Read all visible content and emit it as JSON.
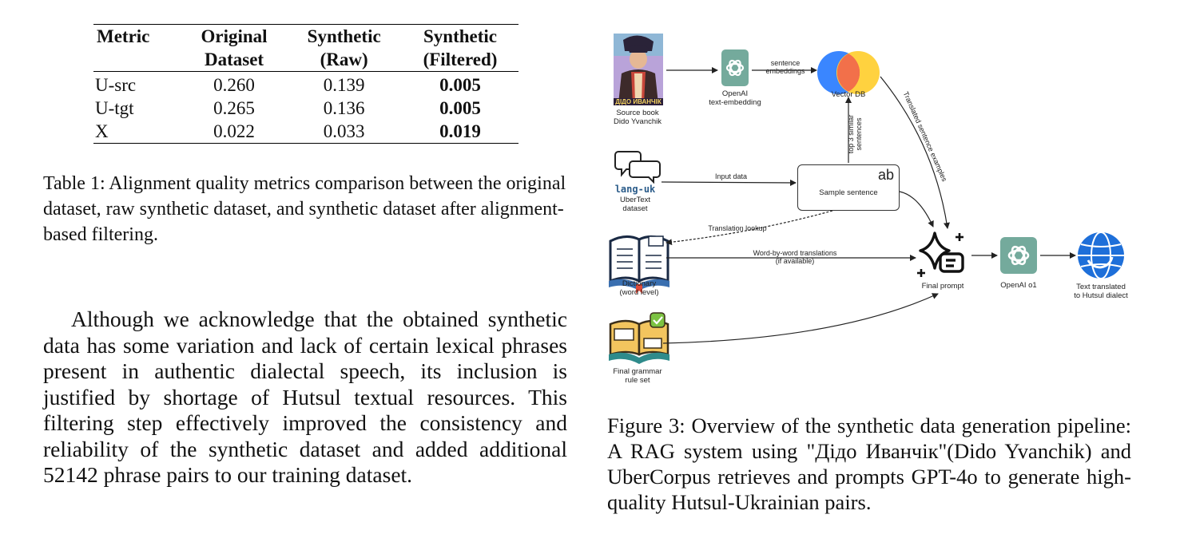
{
  "table": {
    "headers": [
      [
        "Metric",
        ""
      ],
      [
        "Original",
        "Dataset"
      ],
      [
        "Synthetic",
        "(Raw)"
      ],
      [
        "Synthetic",
        "(Filtered)"
      ]
    ],
    "rows": [
      [
        "U-src",
        "0.260",
        "0.139",
        "0.005"
      ],
      [
        "U-tgt",
        "0.265",
        "0.136",
        "0.005"
      ],
      [
        "X",
        "0.022",
        "0.033",
        "0.019"
      ]
    ],
    "caption": "Table 1: Alignment quality metrics comparison between the original dataset, raw synthetic dataset, and synthetic dataset after alignment-based filtering."
  },
  "paragraph": "Although we acknowledge that the obtained synthetic data has some variation and lack of certain lexical phrases present in authentic dialectal speech, its inclusion is justified by shortage of Hutsul textual resources. This filtering step effectively improved the consistency and reliability of the synthetic dataset and added additional 52142 phrase pairs to our training dataset.",
  "figure": {
    "caption": "Figure 3: Overview of the synthetic data generation pipeline: A RAG system using \"Дідо Иванчік\"(Dido Yvanchik) and UberCorpus retrieves and prompts GPT-4o to generate high-quality Hutsul-Ukrainian pairs.",
    "nodes": {
      "source_book": "Source book\nDido Yvanchik",
      "book_cover_text": "ДІДО ИВАНЧІК",
      "openai_embedding": "OpenAI\ntext-embedding",
      "vector_db": "Vector DB",
      "lang_uk": "lang-uk",
      "ubertext": "UberText\ndataset",
      "sample_sentence": "Sample sentence",
      "ab": "ab",
      "dictionary": "Dictionary\n(word level)",
      "grammar": "Final grammar\nrule set",
      "final_prompt": "Final prompt",
      "openai_o1": "OpenAI o1",
      "output": "Text translated\nto Hutsul dialect"
    },
    "edges": {
      "sentence_embeddings": "sentence\nembeddings",
      "input_data": "Input data",
      "top3": "top 3 similar\nsentences",
      "translated_examples": "Translated sentence examples",
      "translation_lookup": "Translation lookup",
      "word_by_word": "Word-by-word translations\n(if available)"
    },
    "colors": {
      "openai_green": "#74aa9c",
      "vector_red": "#f25c54",
      "vector_yellow": "#ffd23f",
      "vector_blue": "#3a86ff",
      "globe_blue": "#1e6fd9"
    }
  }
}
